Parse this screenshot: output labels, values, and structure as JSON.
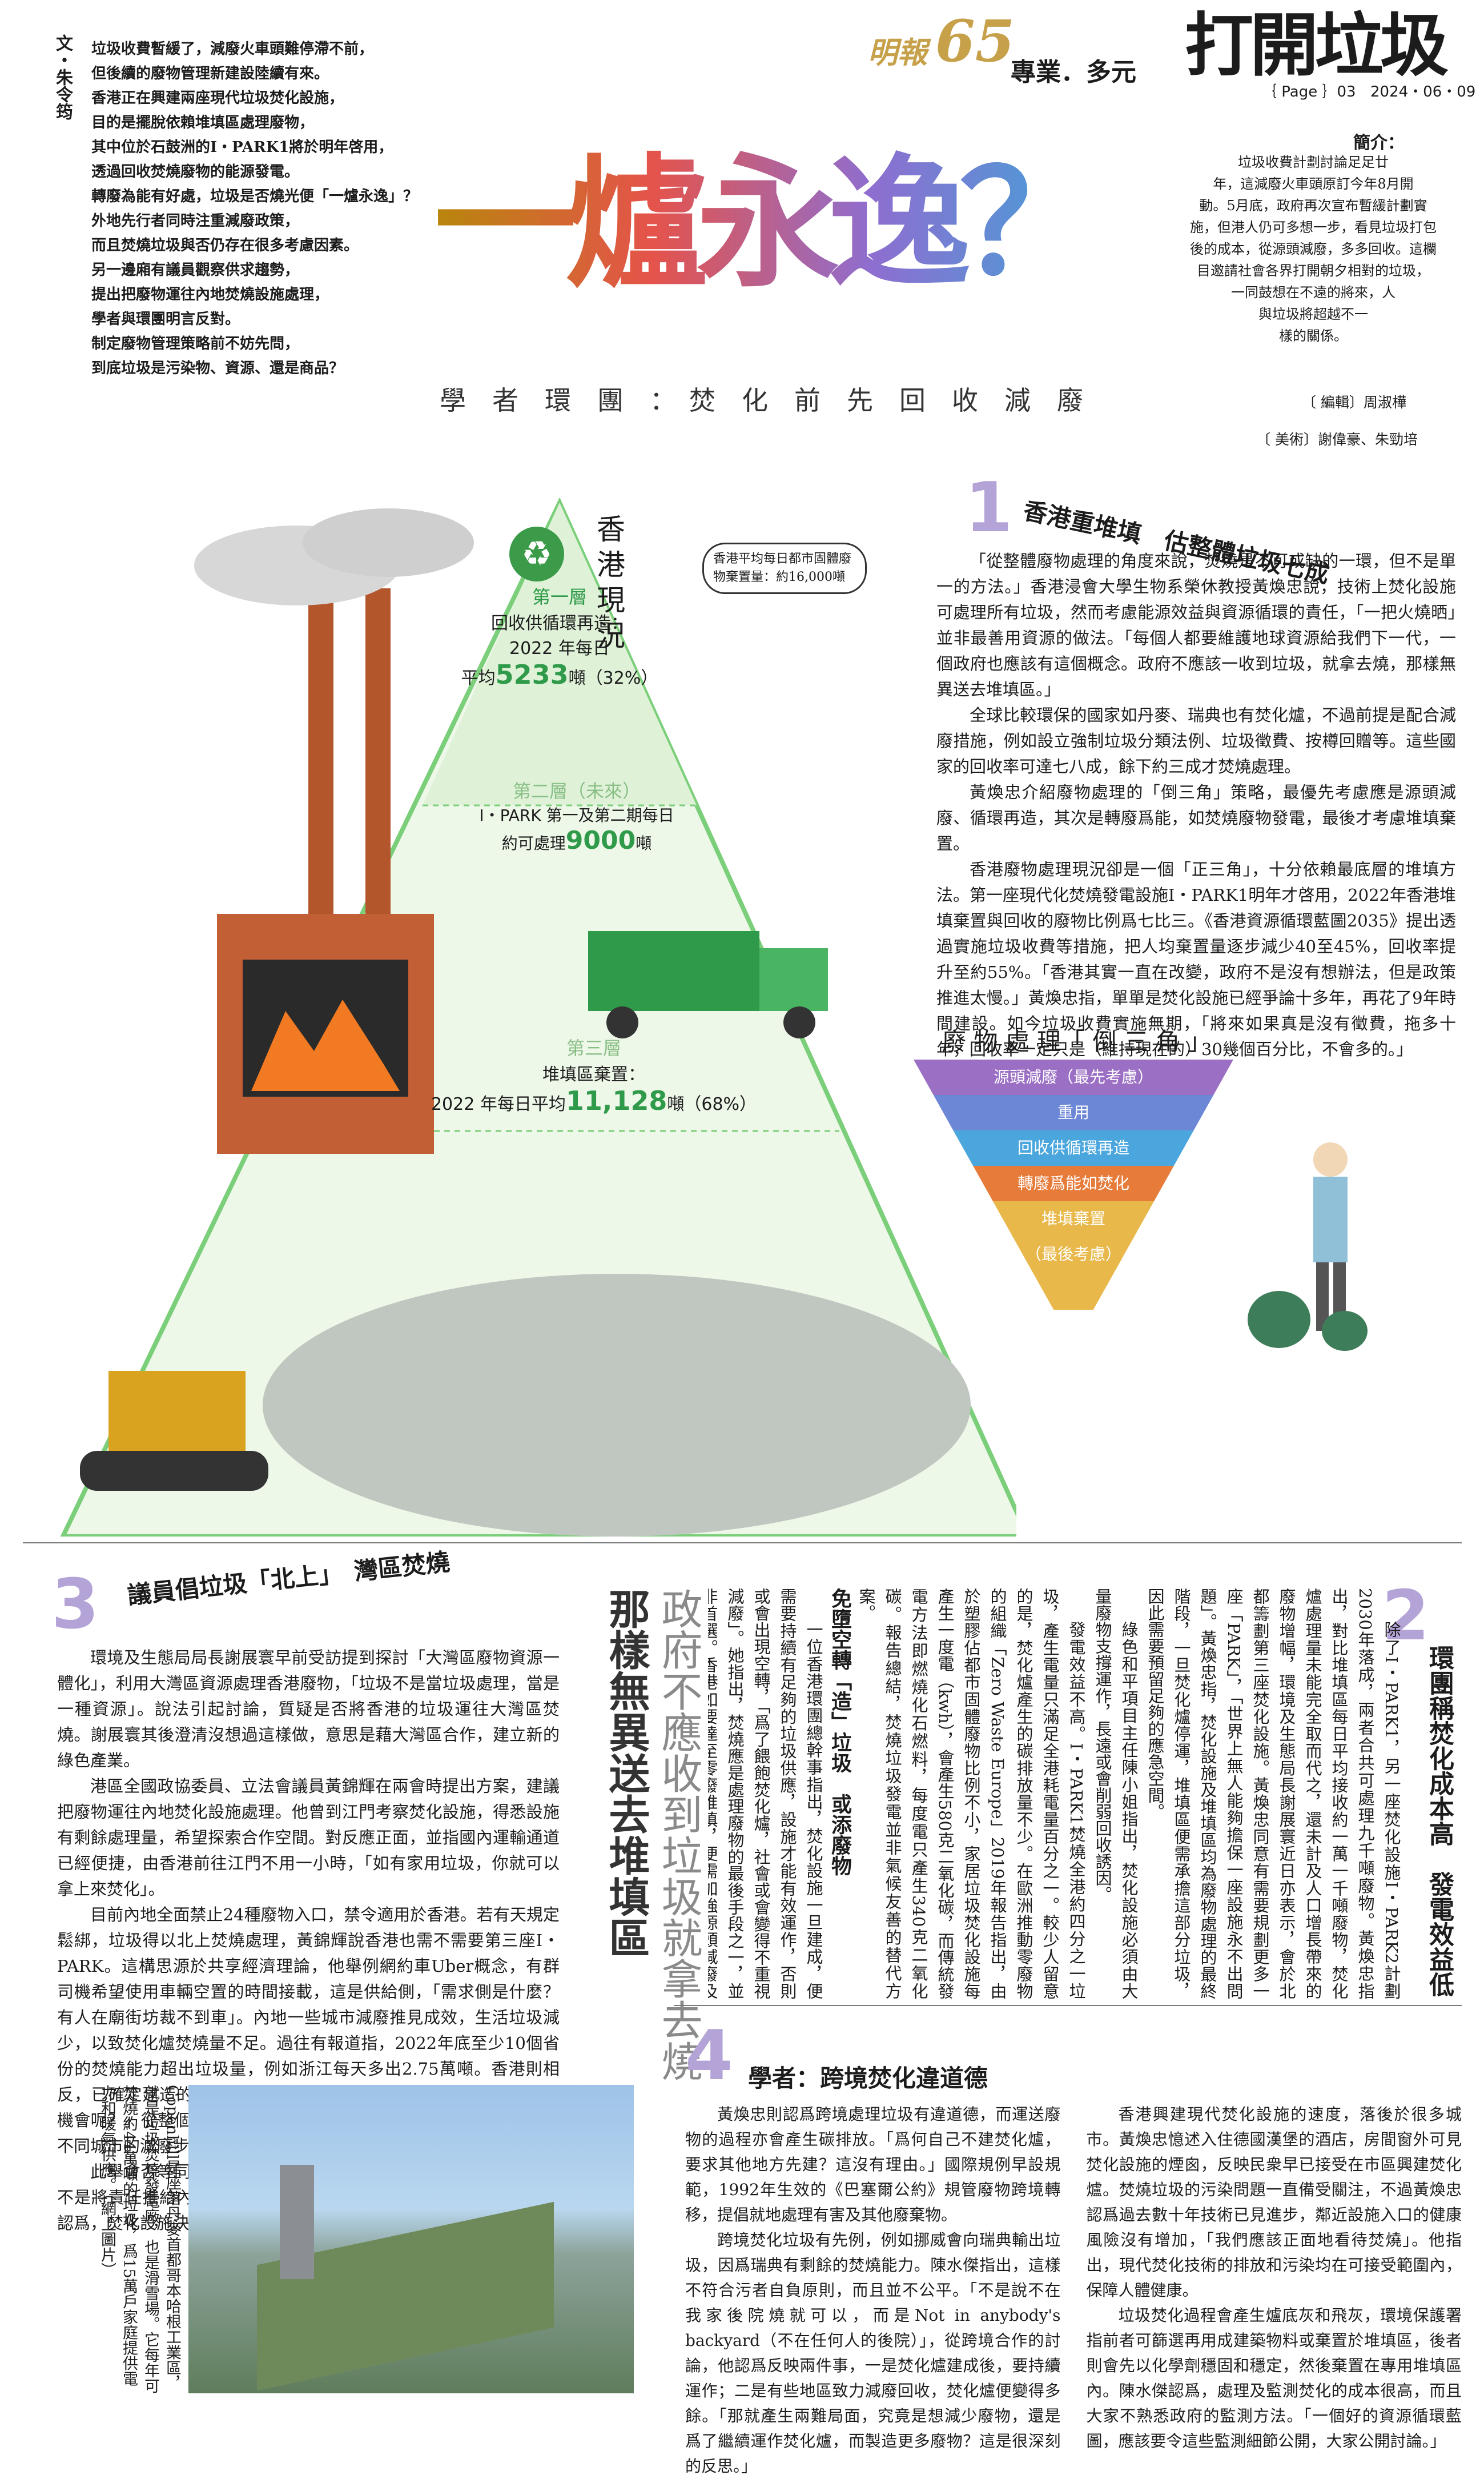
{
  "header": {
    "logo": "明報",
    "issue_number": "65",
    "section": "專業．多元",
    "column_title": "打開垃圾",
    "page_label": "Page",
    "page_number": "03",
    "date": "2024・06・09",
    "intro_heading": "簡介：",
    "intro_lines": [
      "垃圾收費計劃討論足足廿",
      "年，這減廢火車頭原訂今年8月開",
      "動。5月底，政府再次宣布暫緩計劃實",
      "施，但港人仍可多想一步，看見垃圾打包",
      "後的成本，從源頭減廢，多多回收。這欄",
      "目邀請社會各界打開朝夕相對的垃圾，",
      "一同鼓想在不遠的將來，人",
      "與垃圾將超越不一",
      "樣的關係。"
    ],
    "editor": "〔 編輯〕周淑樺",
    "designer": "〔 美術〕謝偉豪、朱勁培"
  },
  "byline": {
    "label": "文",
    "dot": "・",
    "name": "朱令筠"
  },
  "lead_lines": [
    "垃圾收費暫緩了，減廢火車頭難停滯不前，",
    "但後續的廢物管理新建設陸續有來。",
    "香港正在興建兩座現代垃圾焚化設施，",
    "目的是擺脫依賴堆填區處理廢物，",
    "其中位於石鼓洲的I・PARK1將於明年啓用，",
    "透過回收焚燒廢物的能源發電。",
    "轉廢為能有好處，垃圾是否燒光便「一爐永逸」？",
    "外地先行者同時注重減廢政策，",
    "而且焚燒垃圾與否仍存在很多考慮因素。",
    "另一邊廂有議員觀察供求趨勢，",
    "提出把廢物運往內地焚燒設施處理，",
    "學者與環團明言反對。",
    "制定廢物管理策略前不妨先問，",
    "到底垃圾是污染物、資源、還是商品？"
  ],
  "title": {
    "main": "一爐永逸？",
    "subtitle": "學　者　環　團　：　焚　化　前　先　回　收　減　廢"
  },
  "pyramid": {
    "side_title": "香港現況",
    "tier1_title": "第一層",
    "tier1_desc": "回收供循環再造：",
    "tier1_year": "2022 年每日",
    "tier1_prefix": "平均",
    "tier1_value": "5233",
    "tier1_suffix": "噸（32%）",
    "tier2_title": "第二層（未來）",
    "tier2_desc": "I・PARK 第一及第二期每日",
    "tier2_prefix": "約可處理",
    "tier2_value": "9000",
    "tier2_suffix": "噸",
    "tier3_title": "第三層",
    "tier3_desc": "堆填區棄置：",
    "tier3_prefix": "2022 年每日平均",
    "tier3_value": "11,128",
    "tier3_suffix": "噸（68%）",
    "bubble": "香港平均每日都市固體廢物棄置量：約16,000噸"
  },
  "inverted": {
    "title": "廢 物 處 理「 倒 三 角 」",
    "levels": [
      "源頭減廢（最先考慮）",
      "重用",
      "回收供循環再造",
      "轉廢爲能如焚化",
      "堆填棄置",
      "（最後考慮）"
    ],
    "colors": [
      "#9b6fc4",
      "#6c87d6",
      "#4aa6dd",
      "#e67b3a",
      "#e9b84a"
    ]
  },
  "section1": {
    "num": "1",
    "heading": "香港重堆填　估整體垃圾七成",
    "paras": [
      "「從整體廢物處理的角度來說，焚燒是不可或缺的一環，但不是單一的方法。」香港浸會大學生物系榮休教授黃煥忠說，技術上焚化設施可處理所有垃圾，然而考慮能源效益與資源循環的責任，「一把火燒晒」並非最善用資源的做法。「每個人都要維護地球資源給我們下一代，一個政府也應該有這個概念。政府不應該一收到垃圾，就拿去燒，那樣無異送去堆填區。」",
      "全球比較環保的國家如丹麥、瑞典也有焚化爐，不過前提是配合減廢措施，例如設立強制垃圾分類法例、垃圾徵費、按樽回贈等。這些國家的回收率可達七八成，餘下約三成才焚燒處理。",
      "黃煥忠介紹廢物處理的「倒三角」策略，最優先考慮應是源頭減廢、循環再造，其次是轉廢爲能，如焚燒廢物發電，最後才考慮堆填棄置。",
      "香港廢物處理現況卻是一個「正三角」，十分依賴最底層的堆填方法。第一座現代化焚燒發電設施I・PARK1明年才啓用，2022年香港堆填棄置與回收的廢物比例爲七比三。《香港資源循環藍圖2035》提出透過實施垃圾收費等措施，把人均棄置量逐步減少40至45%，回收率提升至約55%。「香港其實一直在改變，政府不是沒有想辦法，但是政策推進太慢。」黃煥忠指，單單是焚化設施已經爭論十多年，再花了9年時間建設。如今垃圾收費實施無期，「將來如果真是沒有徵費，拖多十年，回收率一定只是（維持現在的）30幾個百分比，不會多的。」"
    ]
  },
  "section2": {
    "num": "2",
    "heading": "環團稱焚化成本高　發電效益低",
    "paras": [
      "除了I・PARK1，另一座焚化設施I・PARK2計劃2030年落成，兩者合共可處理九千噸廢物。黃煥忠指出，對比堆填區每日平均接收約一萬一千噸廢物，焚化爐處理量未能完全取而代之，還未計及人口增長帶來的廢物增幅，環境及生態局長謝展寰近日亦表示，會於北都籌劃第三座焚化設施。黃煥忠同意有需要規劃更多一座「PARK」，「世界上無人能夠擔保一座設施永不出問題」。黃煥忠指，焚化設施及堆填區均為廢物處理的最終階段，一旦焚化爐停運，堆填區便需承擔這部分垃圾，因此需要預留足夠的應急空間。",
      "綠色和平項目主任陳小姐指出，焚化設施必須由大量廢物支撐運作，長遠或會削弱回收誘因。"
    ]
  },
  "section3": {
    "num": "3",
    "heading": "議員倡垃圾「北上」　灣區焚燒",
    "paras": [
      "環境及生態局局長謝展寰早前受訪提到探討「大灣區廢物資源一體化」，利用大灣區資源處理香港廢物，「垃圾不是當垃圾處理，當是一種資源」。說法引起討論，質疑是否將香港的垃圾運往大灣區焚燒。謝展寰其後澄清沒想過這樣做，意思是藉大灣區合作，建立新的綠色產業。",
      "港區全國政協委員、立法會議員黃錦輝在兩會時提出方案，建議把廢物運往內地焚化設施處理。他曾到江門考察焚化設施，得悉設施有剩餘處理量，希望探索合作空間。對反應正面，並指國內運輸通道已經便捷，由香港前往江門不用一小時，「如有家用垃圾，你就可以拿上來焚化」。",
      "目前內地全面禁止24種廢物入口，禁令適用於香港。若有天規定鬆綁，垃圾得以北上焚燒處理，黃錦輝說香港也需不需要第三座I・PARK。這構思源於共享經濟理論，他舉例網約車Uber概念，有群司機希望使用車輛空置的時間接載，這是供給側，「需求側是什麼？有人在廟街坊裁不到車」。內地一些城市減廢推見成效，生活垃圾減少，以致焚化爐焚燒量不足。過往有報道指，2022年底至少10個省份的焚燒能力超出垃圾量，例如浙江每天多出2.75萬噸。香港則相反，已確定建造的焚化爐處理量未及廢物棄置量，「是否可以有合作機會呢？」從整個大灣區來看，他建議可建設廢物共享經濟網絡，按不同城市的減廢步伐，協調各焚燒設施合作。",
      "此舉會否等同把處理垃圾的責任假手於人？「現在是轉廢爲能，不是將責任推給內地。我們都要支付服務費，是一盤生意。」黃錦輝認爲，焚化設施決定接收外地垃圾前，亦會衡量對他們是否具價值。"
    ]
  },
  "quote": {
    "col1": "政府不應收到垃圾就拿去燒",
    "col2": "那樣無異送去堆填區"
  },
  "section2_cols": [
    "發電效益不高。I・PARK1焚燒全港約四分之一垃圾，產生電量只滿足全港耗電量百分之一。較少人留意的是，焚化爐產生的碳排放量不少。在歐洲推動零廢物的組織「Zero Waste Europe」2019年報告指出，由於塑膠佔都市固體廢物比例不小，家居垃圾焚化設施每產生一度電（kwh），會產生580克二氧化碳，而傳統發電方法即燃燒化石燃料，每度電只產生340克二氧化碳。報告總結，焚燒垃圾發電並非氣候友善的替代方案。",
    "免墮空轉「造」垃圾　或添廢物",
    "一位香港環團總幹事指出，焚化設施一旦建成，便需要持續有足夠的垃圾供應，設施才能有效運作，否則或會出現空轉，「爲了餵飽焚化爐，社會或會變得不重視減廢」。她指出，焚燒應是處理廢物的最後手段之一，並非首選。香港如要達至零廢堆填，便需加強源頭減廢及回收，而非單靠焚化。"
  ],
  "section4": {
    "num": "4",
    "heading": "學者：跨境焚化違道德",
    "paras": [
      "黃煥忠則認爲跨境處理垃圾有違道德，而運送廢物的過程亦會產生碳排放。「爲何自己不建焚化爐，要求其他地方先建？這沒有理由。」國際規例早設規範，1992年生效的《巴塞爾公約》規管廢物跨境轉移，提倡就地處理有害及其他廢棄物。",
      "跨境焚化垃圾有先例，例如挪威會向瑞典輸出垃圾，因爲瑞典有剩餘的焚燒能力。陳水傑指出，這樣不符合污者自負原則，而且並不公平。「不是說不在我家後院燒就可以，而是Not in anybody's backyard（不在任何人的後院）」，從跨境合作的討論，他認爲反映兩件事，一是焚化爐建成後，要持續運作；二是有些地區致力減廢回收，焚化爐便變得多餘。「那就產生兩難局面，究竟是想減少廢物，還是爲了繼續運作焚化爐，而製造更多廢物？這是很深刻的反思。」",
      "香港興建現代焚化設施的速度，落後於很多城市。黃煥忠憶述入住德國漢堡的酒店，房間窗外可見焚化設施的煙囪，反映民衆早已接受在市區興建焚化爐。焚燒垃圾的污染問題一直備受關注，不過黃煥忠認爲過去數十年技術已見進步，鄰近設施入口的健康風險沒有增加，「我們應該正面地看待焚燒」。他指出，現代焚化技術的排放和污染均在可接受範圍內，保障人體健康。",
      "垃圾焚化過程會產生爐底灰和飛灰，環境保護署指前者可篩選再用成建築物料或棄置於堆填區，後者則會先以化學劑穩固和穩定，然後棄置在專用堆填區內。陳水傑認爲，處理及監測焚化的成本很高，而且大家不熟悉政府的監測方法。「一個好的資源循環藍圖，應該要令這些監測細節公開，大家公開討論。」"
    ]
  },
  "photo": {
    "caption": "Copenhill是座落丹麥首都哥本哈根工業區，就是垃圾焚燒發電廠，也是滑雪場。它每年可焚燒約44萬噸的垃圾，爲15萬戶家庭提供電力和暖氣供應。（網上圖片）"
  }
}
